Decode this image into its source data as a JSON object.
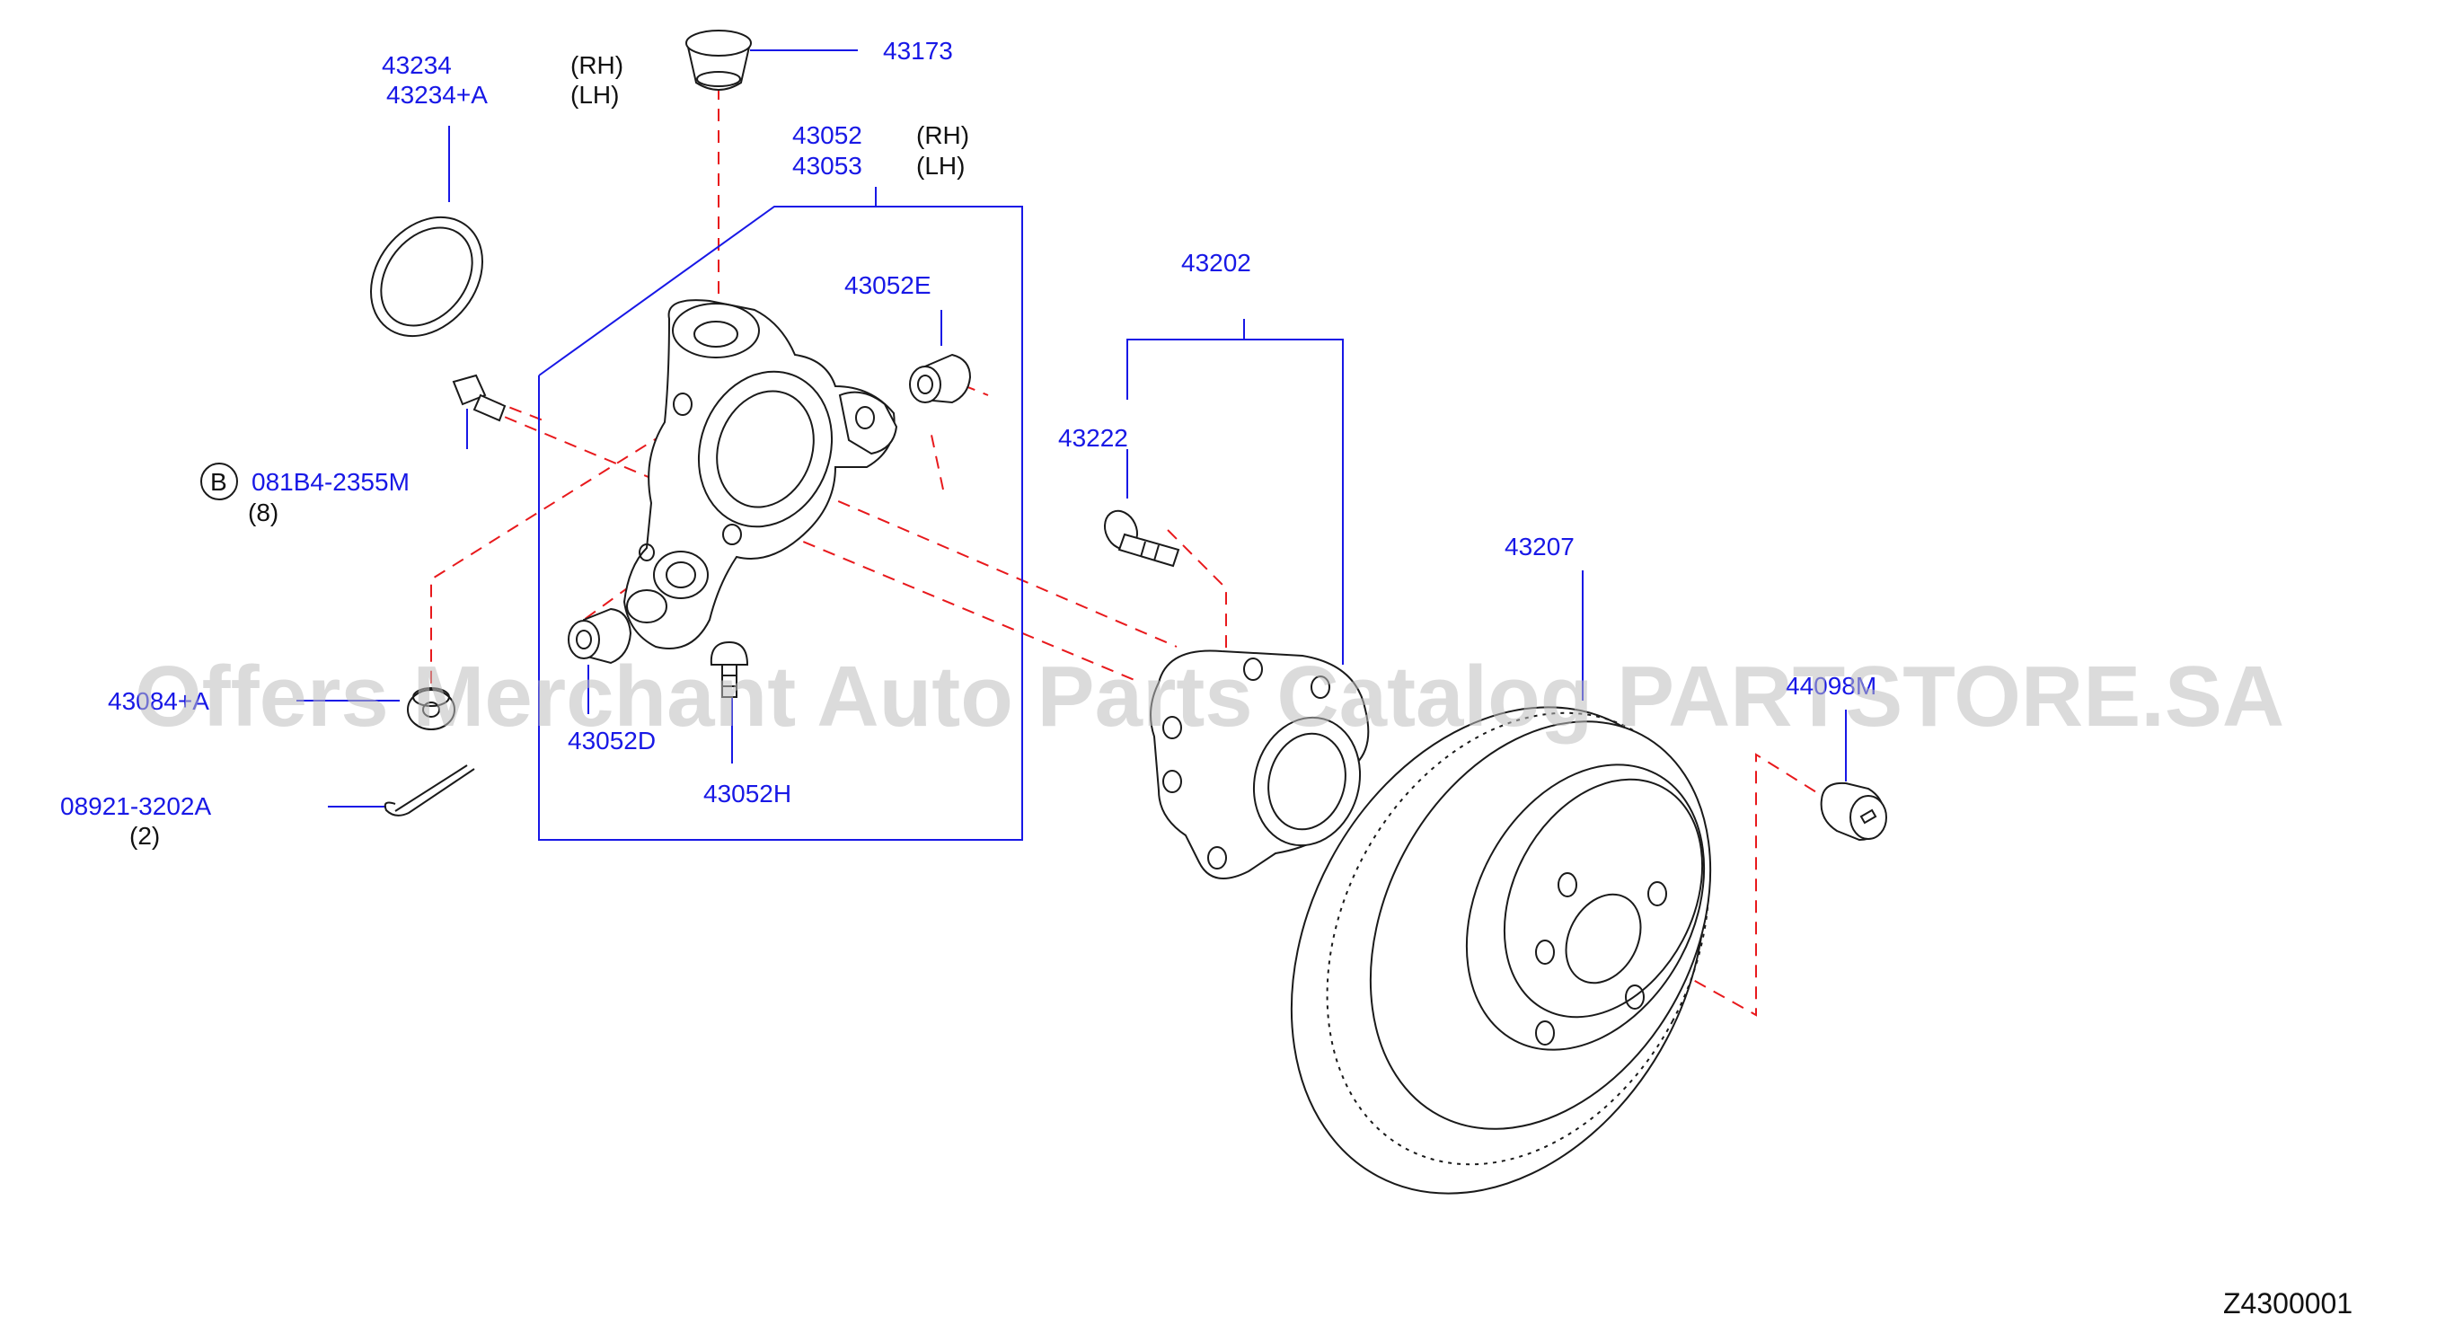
{
  "labels": {
    "p43234": "43234",
    "p43234a": "43234+A",
    "rh1": "(RH)",
    "lh1": "(LH)",
    "p43173": "43173",
    "p43052": "43052",
    "p43053": "43053",
    "rh2": "(RH)",
    "lh2": "(LH)",
    "p43052e": "43052E",
    "p43202": "43202",
    "p43222": "43222",
    "b_circle": "B",
    "bolt_b": "081B4-2355M",
    "bolt_b_qty": "(8)",
    "p43207": "43207",
    "nut": "43084+A",
    "p43052d": "43052D",
    "p43052h": "43052H",
    "cotter": "08921-3202A",
    "cotter_qty": "(2)",
    "plug": "44098M",
    "diagram_id": "Z4300001"
  },
  "watermark": "Offers Merchant Auto Parts Catalog PARTSTORE.SA",
  "colors": {
    "label_blue": "#1818e6",
    "dash_red": "#e8191c",
    "line_dark": "#1a1a1a"
  }
}
